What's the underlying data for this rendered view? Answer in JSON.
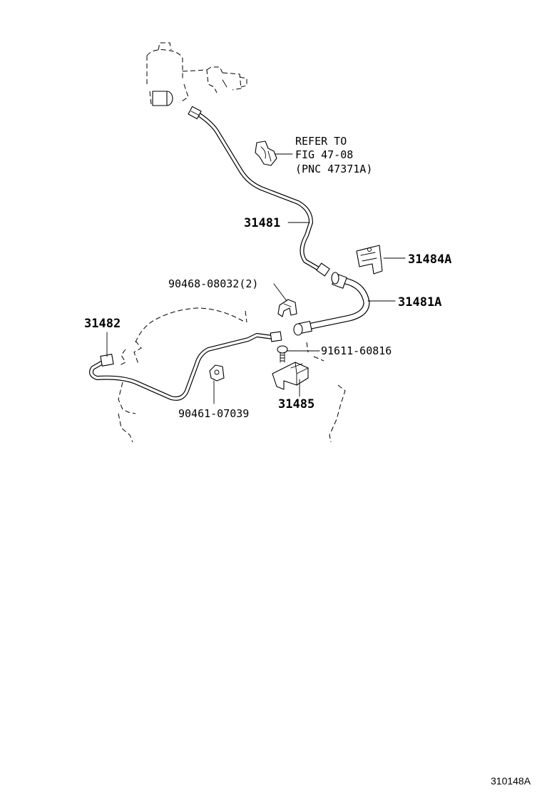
{
  "diagram": {
    "figure_id": "310148A",
    "reference": {
      "line1": "REFER TO",
      "line2": "FIG 47-08",
      "line3": "(PNC 47371A)"
    },
    "callouts": [
      {
        "id": "31481",
        "label": "31481"
      },
      {
        "id": "31484A",
        "label": "31484A"
      },
      {
        "id": "31481A",
        "label": "31481A"
      },
      {
        "id": "90468-08032",
        "label": "90468-08032(2)"
      },
      {
        "id": "31482",
        "label": "31482"
      },
      {
        "id": "91611-60816",
        "label": "91611-60816"
      },
      {
        "id": "31485",
        "label": "31485"
      },
      {
        "id": "90461-07039",
        "label": "90461-07039"
      }
    ]
  }
}
